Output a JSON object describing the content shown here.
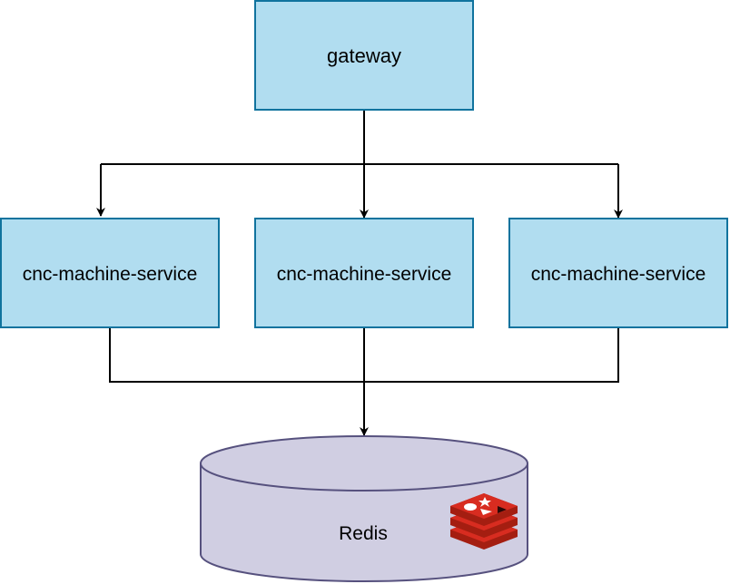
{
  "nodes": {
    "gateway": {
      "label": "gateway"
    },
    "services": [
      {
        "label": "cnc-machine-service"
      },
      {
        "label": "cnc-machine-service"
      },
      {
        "label": "cnc-machine-service"
      }
    ],
    "database": {
      "label": "Redis",
      "icon": "redis-logo-icon"
    }
  },
  "colors": {
    "box_fill": "#b1ddf0",
    "box_stroke": "#10739e",
    "db_fill": "#d0cee2",
    "db_stroke": "#56517e",
    "edge": "#000000",
    "redis_red_dark": "#a41e11",
    "redis_red": "#d82c20",
    "redis_red_light": "#e04a3f"
  }
}
